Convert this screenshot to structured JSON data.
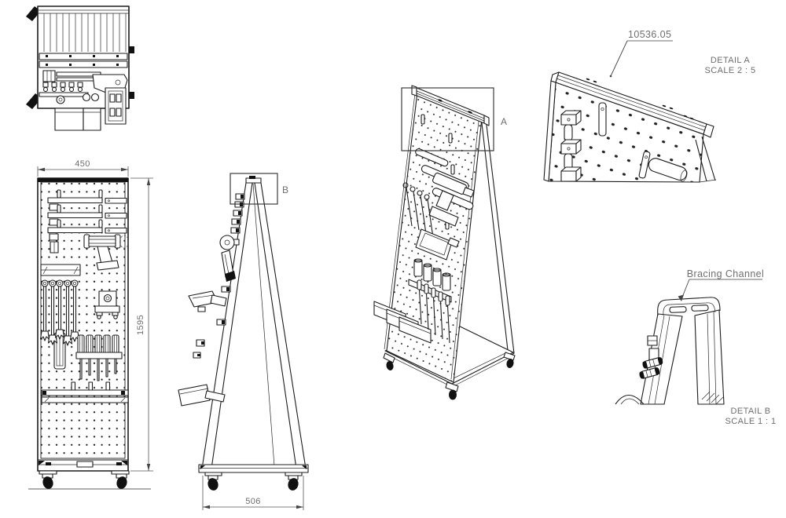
{
  "sheet": {
    "background": "#ffffff",
    "line_color": "#1c1c1c",
    "annotation_color": "#6e6e6e"
  },
  "views": {
    "front": {
      "width_dim": "450",
      "height_dim": "1595"
    },
    "side": {
      "base_dim": "506",
      "detail_marker": "B"
    },
    "isometric": {
      "detail_marker": "A"
    },
    "detail_a": {
      "part_number": "10536.05",
      "title": "DETAIL A",
      "scale": "SCALE 2 : 5"
    },
    "detail_b": {
      "callout": "Bracing Channel",
      "title": "DETAIL B",
      "scale": "SCALE 1 : 1"
    }
  }
}
